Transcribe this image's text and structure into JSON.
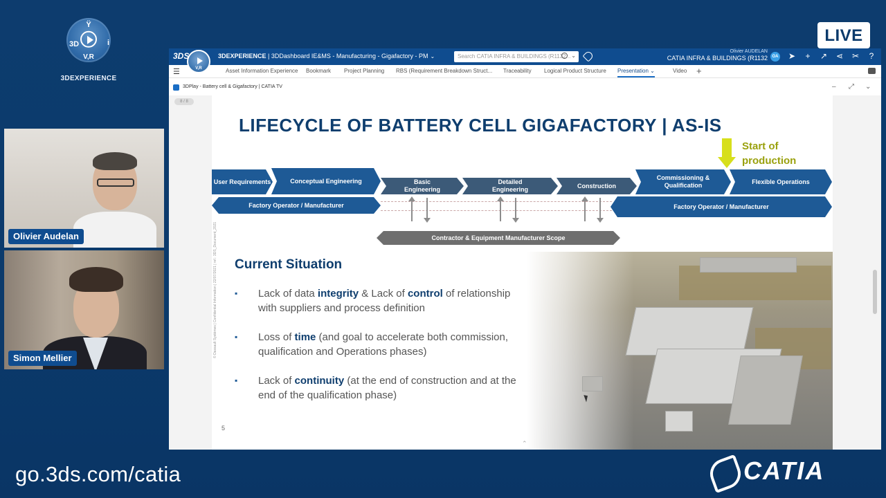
{
  "brand": {
    "compass_top": "Ÿ",
    "compass_left": "3D",
    "compass_right": "i",
    "compass_bottom": "V,R",
    "name": "3DEXPERIENCE"
  },
  "live_badge": "LIVE",
  "participants": [
    {
      "name": "Olivier Audelan"
    },
    {
      "name": "Simon Mellier"
    }
  ],
  "app": {
    "logo": "3DS",
    "compass_label": "V,R",
    "title_bold": "3DEXPERIENCE",
    "title_rest": " | 3DDashboard",
    "title_context": " IE&MS - Manufacturing - Gigafactory - PM",
    "search_placeholder": "Search CATIA INFRA & BUILDINGS (R1132...",
    "user_name": "Olivier AUDELAN",
    "user_context": "CATIA INFRA & BUILDINGS (R1132",
    "user_initials": "OA",
    "tabs": [
      {
        "label": "Asset Information Experience",
        "active": false
      },
      {
        "label": "Bookmark",
        "active": false
      },
      {
        "label": "Project Planning",
        "active": false
      },
      {
        "label": "RBS (Requirement Breakdown Struct...",
        "active": false
      },
      {
        "label": "Traceability",
        "active": false
      },
      {
        "label": "Logical Product Structure",
        "active": false
      },
      {
        "label": "Presentation",
        "active": true
      },
      {
        "label": "Video",
        "active": false
      }
    ],
    "widget_title": "3DPlay - Battery cell & Gigafactory | CATIA TV",
    "gutter_badge": "8 / 8"
  },
  "slide": {
    "title": "LIFECYCLE OF BATTERY CELL GIGAFACTORY | AS-IS",
    "sop_line1": "Start of",
    "sop_line2": "production",
    "phases": [
      {
        "label": "User Requirements"
      },
      {
        "label": "Conceptual Engineering"
      },
      {
        "line1": "Basic",
        "line2": "Engineering"
      },
      {
        "line1": "Detailed",
        "line2": "Engineering"
      },
      {
        "label": "Construction"
      },
      {
        "line1": "Commissioning &",
        "line2": "Qualification"
      },
      {
        "label": "Flexible Operations"
      }
    ],
    "scope_left": "Factory Operator / Manufacturer",
    "scope_right": "Factory Operator / Manufacturer",
    "scope_contractor": "Contractor & Equipment Manufacturer Scope",
    "section_title": "Current Situation",
    "bullets": [
      {
        "pre": "Lack of data ",
        "b1": "integrity",
        "mid": " & Lack of ",
        "b2": "control",
        "post": " of relationship with suppliers and process definition"
      },
      {
        "pre": "Loss of ",
        "b1": "time",
        "post": " (and goal to accelerate both commission, qualification and Operations phases)"
      },
      {
        "pre": "Lack of ",
        "b1": "continuity",
        "post": " (at the end of construction and at the end of the qualification phase)"
      }
    ],
    "page_number": "5",
    "legal": "© Dassault Systèmes | Confidential Information | 22/07/2021 | ref.: 3DS_Document_2021"
  },
  "footer": {
    "url": "go.3ds.com/catia",
    "brand": "CATIA"
  }
}
